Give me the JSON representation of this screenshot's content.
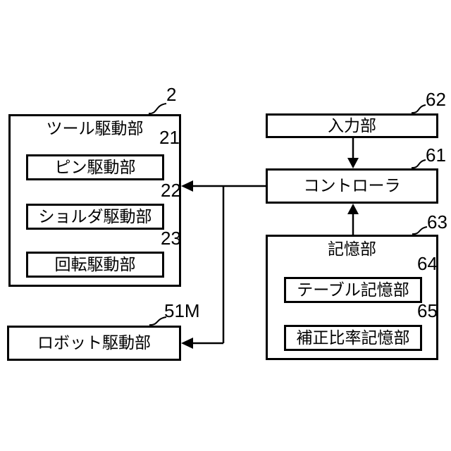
{
  "figure": {
    "type": "block-diagram",
    "colors": {
      "background": "#ffffff",
      "line": "#000000",
      "box_fill": "#ffffff"
    },
    "boxes": {
      "tool_drive": {
        "label": "ツール駆動部",
        "ref": "2"
      },
      "pin_drive": {
        "label": "ピン駆動部",
        "ref": "21"
      },
      "shoulder_drive": {
        "label": "ショルダ駆動部",
        "ref": "22"
      },
      "rotation_drive": {
        "label": "回転駆動部",
        "ref": "23"
      },
      "robot_drive": {
        "label": "ロボット駆動部",
        "ref": "51M"
      },
      "input_unit": {
        "label": "入力部",
        "ref": "62"
      },
      "controller": {
        "label": "コントローラ",
        "ref": "61"
      },
      "storage": {
        "label": "記憶部",
        "ref": "63"
      },
      "table_storage": {
        "label": "テーブル記憶部",
        "ref": "64"
      },
      "correction_storage": {
        "label": "補正比率記憶部",
        "ref": "65"
      }
    },
    "connections": [
      {
        "from": "input_unit",
        "to": "controller",
        "style": "arrow-down"
      },
      {
        "from": "storage",
        "to": "controller",
        "style": "arrow-up"
      },
      {
        "from": "controller",
        "to": "tool_drive",
        "style": "arrow-left"
      },
      {
        "from": "controller",
        "to": "robot_drive",
        "style": "arrow-left-branch"
      }
    ]
  }
}
